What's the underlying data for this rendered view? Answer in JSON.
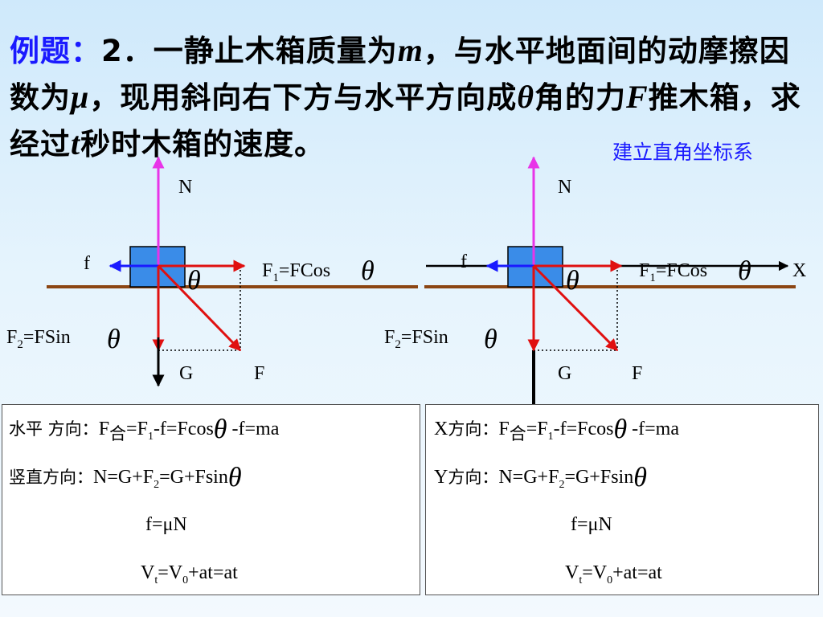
{
  "problem": {
    "label": "例题：",
    "number": "2",
    "text_1": "．一静止木箱质量为",
    "m": "m",
    "text_2": "，与水平地面间的动摩擦因数为",
    "mu": "μ",
    "text_3": "，现用斜向右下方与水平方向成",
    "theta": "θ",
    "text_4": "角的力",
    "F": "F",
    "text_5": "推木箱，求经过",
    "t": "t",
    "text_6": "秒时木箱的速度。"
  },
  "coord_note": "建立直角坐标系",
  "diagram": {
    "N": "N",
    "f": "f",
    "G": "G",
    "F": "F",
    "X": "X",
    "theta": "θ",
    "F1_main": "F",
    "F1_sub": "1",
    "F1_rest": "=FCos",
    "F2_main": "F",
    "F2_sub": "2",
    "F2_rest": "=FSin"
  },
  "colors": {
    "box": "#3a8ce8",
    "ground": "#8b4513",
    "N": "#e834e8",
    "red": "#e01010",
    "f": "#1a1aff"
  },
  "left_box": {
    "l1_cjk": "水平 方向：",
    "l1_a": "F",
    "l1_sub": "合",
    "l1_b": "=F",
    "l1_sub2": "1",
    "l1_c": "-f=Fcos",
    "l1_th": "θ",
    "l1_d": " -f=ma",
    "l2_cjk": "竖直方向：",
    "l2_a": "N=G+F",
    "l2_sub": "2",
    "l2_b": "=G+Fsin",
    "l2_th": "θ",
    "l3": "f=μN",
    "l4_a": "V",
    "l4_sub": "t",
    "l4_b": "=V",
    "l4_sub2": "0",
    "l4_c": "+at=at"
  },
  "right_box": {
    "l1_x": "X",
    "l1_cjk": "方向：",
    "l1_a": "F",
    "l1_sub": "合",
    "l1_b": "=F",
    "l1_sub2": "1",
    "l1_c": "-f=Fcos",
    "l1_th": "θ",
    "l1_d": " -f=ma",
    "l2_y": "Y",
    "l2_cjk": "方向：",
    "l2_a": "N=G+F",
    "l2_sub": "2",
    "l2_b": "=G+Fsin",
    "l2_th": "θ",
    "l3": "f=μN",
    "l4_a": "V",
    "l4_sub": "t",
    "l4_b": "=V",
    "l4_sub2": "0",
    "l4_c": "+at=at"
  }
}
